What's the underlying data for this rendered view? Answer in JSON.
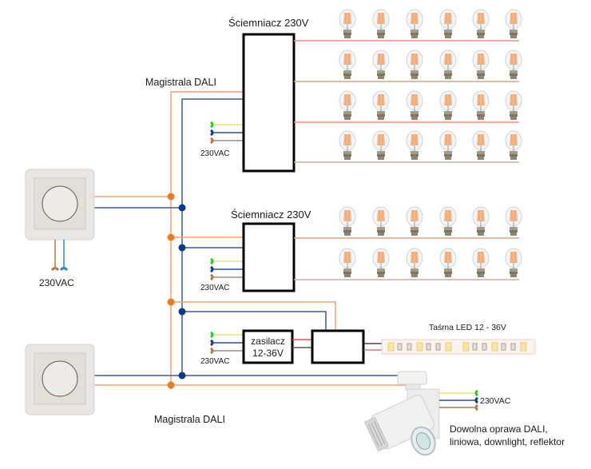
{
  "labels": {
    "dimmer1_title": "Ściemniacz 230V",
    "dimmer2_title": "Ściemniacz 230V",
    "bus_top": "Magistrala DALI",
    "bus_bottom": "Magistrala DALI",
    "mains_dimmer1": "230VAC",
    "mains_dimmer2": "230VAC",
    "mains_psu": "230VAC",
    "mains_switch1": "230VAC",
    "mains_fixture": "230VAC",
    "psu_line1": "zasilacz",
    "psu_line2": "12-36V",
    "led_strip": "Taśma LED 12 - 36V",
    "fixture_line1": "Dowolna oprawa DALI,",
    "fixture_line2": "liniowa, downlight, reflektor"
  },
  "icons": {
    "bulb": "filament-bulb-icon",
    "switch": "wall-dimmer-switch-icon",
    "led_strip": "led-strip-icon",
    "fixture": "track-spotlight-icon"
  },
  "colors": {
    "dali_plus": "#f08a3c",
    "dali_minus": "#1f3f8f",
    "phase_line": "#e8908a",
    "neutral": "#2c5aa0",
    "earth": "#34c634",
    "brown": "#b07a4a",
    "box_border": "#000000"
  },
  "groups": {
    "dimmer1_rows": 4,
    "dimmer2_rows": 2,
    "bulbs_per_row": 6
  }
}
